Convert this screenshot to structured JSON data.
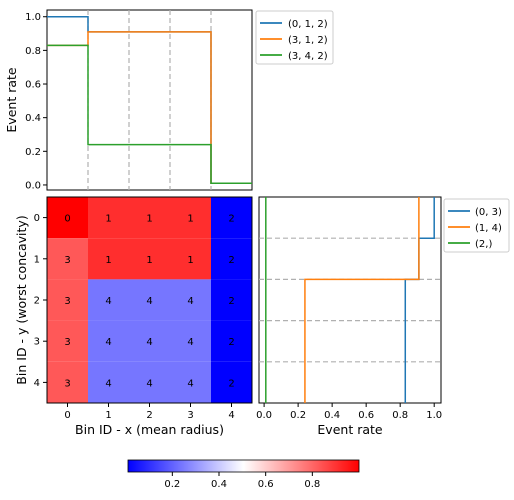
{
  "chart_data": [
    {
      "type": "line",
      "panel": "top",
      "ylabel": "Event rate",
      "ylim": [
        -0.03,
        1.04
      ],
      "xlim": [
        -0.5,
        4.5
      ],
      "yticks": [
        "0.0",
        "0.2",
        "0.4",
        "0.6",
        "0.8",
        "1.0"
      ],
      "grid": "dashed vertical lines at bin boundaries",
      "legend_position": "outside-top-right",
      "series": [
        {
          "name": "(0, 1, 2)",
          "color": "#1f77b4",
          "steps": [
            [
              -0.5,
              0.5,
              1.0
            ],
            [
              0.5,
              3.5,
              0.91
            ],
            [
              3.5,
              4.5,
              0.01
            ]
          ]
        },
        {
          "name": "(3, 1, 2)",
          "color": "#ff7f0e",
          "steps": [
            [
              -0.5,
              0.5,
              0.83
            ],
            [
              0.5,
              3.5,
              0.91
            ],
            [
              3.5,
              4.5,
              0.01
            ]
          ]
        },
        {
          "name": "(3, 4, 2)",
          "color": "#2ca02c",
          "steps": [
            [
              -0.5,
              0.5,
              0.83
            ],
            [
              0.5,
              3.5,
              0.24
            ],
            [
              3.5,
              4.5,
              0.01
            ]
          ]
        }
      ]
    },
    {
      "type": "heatmap",
      "panel": "main",
      "xlabel": "Bin ID - x (mean radius)",
      "ylabel": "Bin ID - y (worst concavity)",
      "x_ticks": [
        "0",
        "1",
        "2",
        "3",
        "4"
      ],
      "y_ticks": [
        "0",
        "1",
        "2",
        "3",
        "4"
      ],
      "cells": [
        [
          {
            "label": "0",
            "value": 1.0
          },
          {
            "label": "1",
            "value": 0.91
          },
          {
            "label": "1",
            "value": 0.91
          },
          {
            "label": "1",
            "value": 0.91
          },
          {
            "label": "2",
            "value": 0.01
          }
        ],
        [
          {
            "label": "3",
            "value": 0.83
          },
          {
            "label": "1",
            "value": 0.91
          },
          {
            "label": "1",
            "value": 0.91
          },
          {
            "label": "1",
            "value": 0.91
          },
          {
            "label": "2",
            "value": 0.01
          }
        ],
        [
          {
            "label": "3",
            "value": 0.83
          },
          {
            "label": "4",
            "value": 0.24
          },
          {
            "label": "4",
            "value": 0.24
          },
          {
            "label": "4",
            "value": 0.24
          },
          {
            "label": "2",
            "value": 0.01
          }
        ],
        [
          {
            "label": "3",
            "value": 0.83
          },
          {
            "label": "4",
            "value": 0.24
          },
          {
            "label": "4",
            "value": 0.24
          },
          {
            "label": "4",
            "value": 0.24
          },
          {
            "label": "2",
            "value": 0.01
          }
        ],
        [
          {
            "label": "3",
            "value": 0.83
          },
          {
            "label": "4",
            "value": 0.24
          },
          {
            "label": "4",
            "value": 0.24
          },
          {
            "label": "4",
            "value": 0.24
          },
          {
            "label": "2",
            "value": 0.01
          }
        ]
      ],
      "colormap": "bwr",
      "vmin": 0.01,
      "vmax": 1.0,
      "colorbar_ticks": [
        "0.2",
        "0.4",
        "0.6",
        "0.8"
      ]
    },
    {
      "type": "line",
      "panel": "right",
      "xlabel": "Event rate",
      "xlim": [
        -0.03,
        1.04
      ],
      "ylim": [
        4.5,
        -0.5
      ],
      "xticks": [
        "0.0",
        "0.2",
        "0.4",
        "0.6",
        "0.8",
        "1.0"
      ],
      "grid": "dashed horizontal lines at bin boundaries",
      "legend_position": "outside-top-right",
      "series": [
        {
          "name": "(0, 3)",
          "color": "#1f77b4",
          "steps": [
            [
              -0.5,
              0.5,
              1.0
            ],
            [
              0.5,
              1.5,
              0.91
            ],
            [
              1.5,
              4.5,
              0.83
            ]
          ]
        },
        {
          "name": "(1, 4)",
          "color": "#ff7f0e",
          "steps": [
            [
              -0.5,
              1.5,
              0.91
            ],
            [
              1.5,
              4.5,
              0.24
            ]
          ]
        },
        {
          "name": "(2,)",
          "color": "#2ca02c",
          "steps": [
            [
              -0.5,
              4.5,
              0.01
            ]
          ]
        }
      ]
    }
  ]
}
